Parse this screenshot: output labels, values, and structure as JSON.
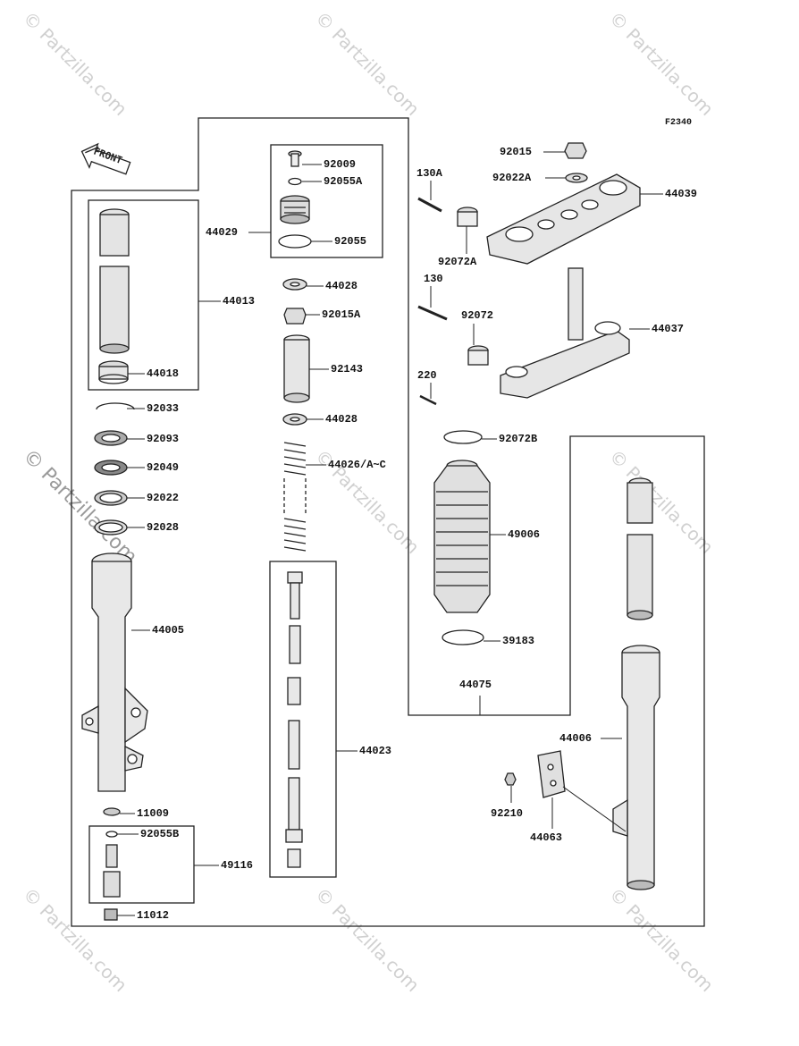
{
  "diagram_code": "F2340",
  "front_label": "FRONT",
  "watermark": "© Partzilla.com",
  "parts": {
    "p92009": "92009",
    "p92055A": "92055A",
    "p44029": "44029",
    "p92055": "92055",
    "p44028a": "44028",
    "p92015A": "92015A",
    "p92143": "92143",
    "p44028b": "44028",
    "p44026": "44026/A~C",
    "p44013": "44013",
    "p44018": "44018",
    "p92033": "92033",
    "p92093": "92093",
    "p92049": "92049",
    "p92022": "92022",
    "p92028": "92028",
    "p44005": "44005",
    "p44023": "44023",
    "p11009": "11009",
    "p92055B": "92055B",
    "p49116": "49116",
    "p11012": "11012",
    "p92015": "92015",
    "p92022A": "92022A",
    "p44039": "44039",
    "p130A": "130A",
    "p92072A": "92072A",
    "p130": "130",
    "p92072": "92072",
    "p44037": "44037",
    "p220": "220",
    "p92072B": "92072B",
    "p49006": "49006",
    "p39183": "39183",
    "p44075": "44075",
    "p44006": "44006",
    "p92210": "92210",
    "p44063": "44063"
  }
}
